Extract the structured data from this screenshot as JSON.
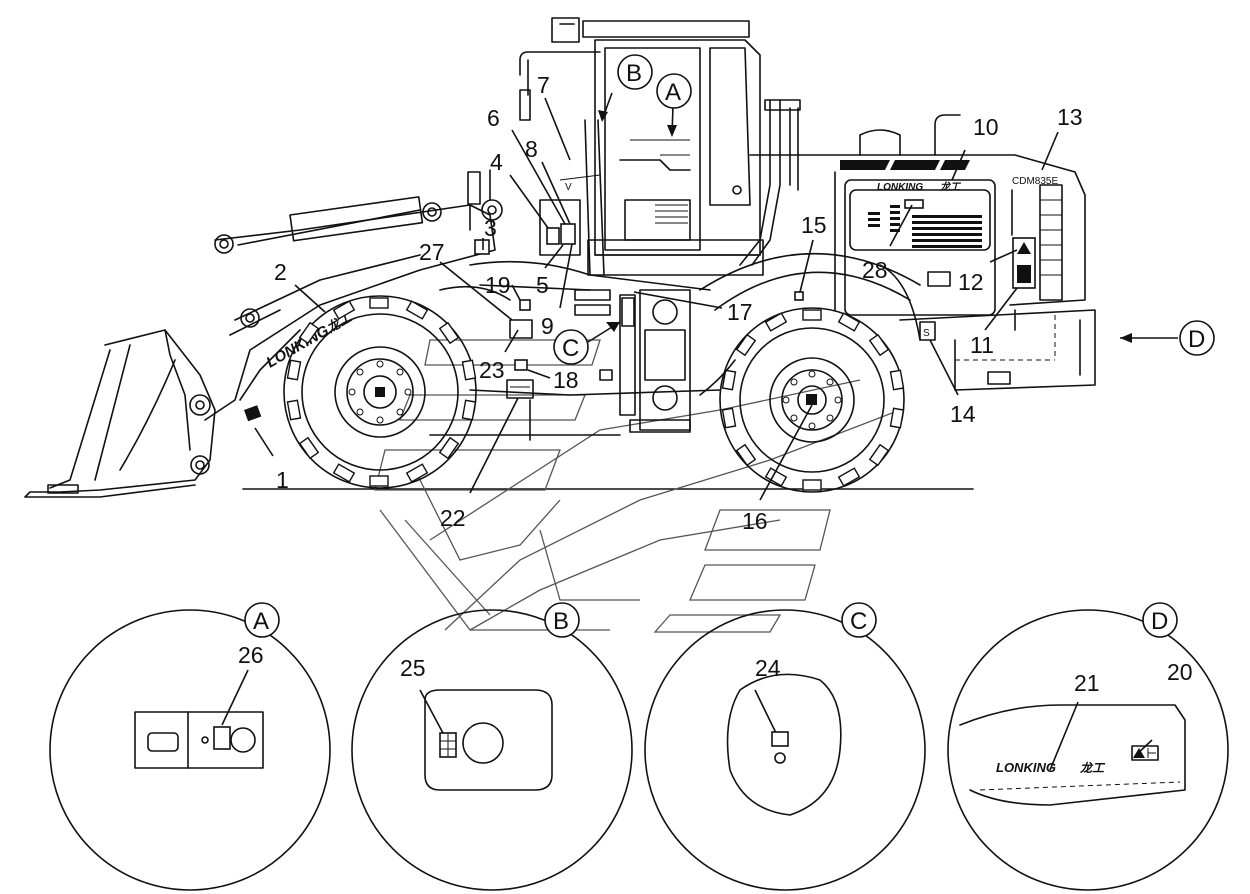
{
  "title": "",
  "brand_text": "LONKING",
  "brand_cn": "龙工",
  "model_text": "CDM835E",
  "view_letters": [
    "A",
    "B",
    "C",
    "D"
  ],
  "callouts": {
    "n1": "1",
    "n2": "2",
    "n3": "3",
    "n4": "4",
    "n5": "5",
    "n6": "6",
    "n7": "7",
    "n8": "8",
    "n9": "9",
    "n10": "10",
    "n11": "11",
    "n12": "12",
    "n13": "13",
    "n14": "14",
    "n15": "15",
    "n16": "16",
    "n17": "17",
    "n18": "18",
    "n19": "19",
    "n20": "20",
    "n21": "21",
    "n22": "22",
    "n23": "23",
    "n24": "24",
    "n25": "25",
    "n26": "26",
    "n27": "27",
    "n28": "28"
  },
  "details": [
    {
      "letter": "A",
      "callouts": [
        "26"
      ]
    },
    {
      "letter": "B",
      "callouts": [
        "25"
      ]
    },
    {
      "letter": "C",
      "callouts": [
        "24"
      ]
    },
    {
      "letter": "D",
      "callouts": [
        "21",
        "20"
      ]
    }
  ],
  "colors": {
    "line": "#111111",
    "background": "#ffffff",
    "ghost": "#555555"
  }
}
